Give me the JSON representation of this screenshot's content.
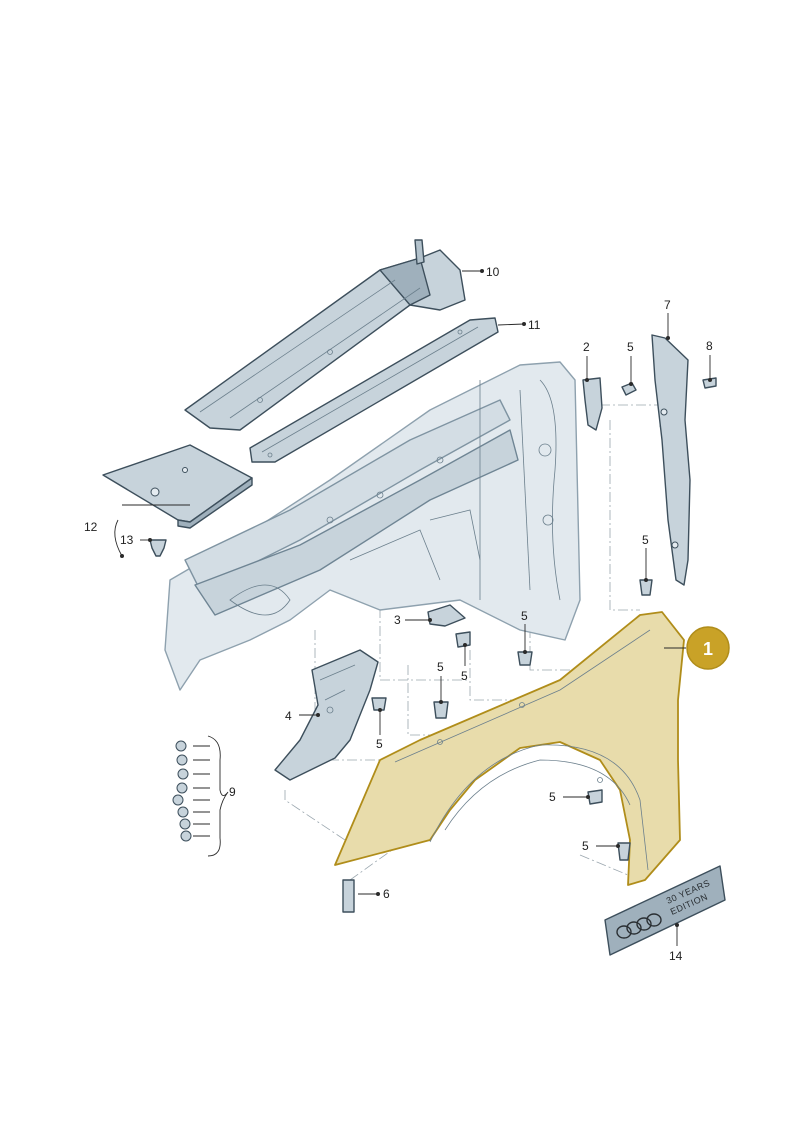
{
  "highlight": {
    "label": "1",
    "color": "#c9a227",
    "panel_fill": "#e8dcab",
    "outline": "#b08d1a"
  },
  "palette": {
    "part_fill": "#c7d3db",
    "part_dark": "#9fb0bc",
    "part_light": "#e4ebf0",
    "body_fill": "#e2e9ee"
  },
  "callouts": {
    "c2": "2",
    "c3": "3",
    "c4": "4",
    "c5a": "5",
    "c5b": "5",
    "c5c": "5",
    "c5d": "5",
    "c5e": "5",
    "c5f": "5",
    "c5g": "5",
    "c5h": "5",
    "c6": "6",
    "c7": "7",
    "c8": "8",
    "c9": "9",
    "c10": "10",
    "c11": "11",
    "c12": "12",
    "c13": "13",
    "c14": "14"
  },
  "emblem": {
    "line1": "30 YEARS",
    "line2": "EDITION"
  }
}
